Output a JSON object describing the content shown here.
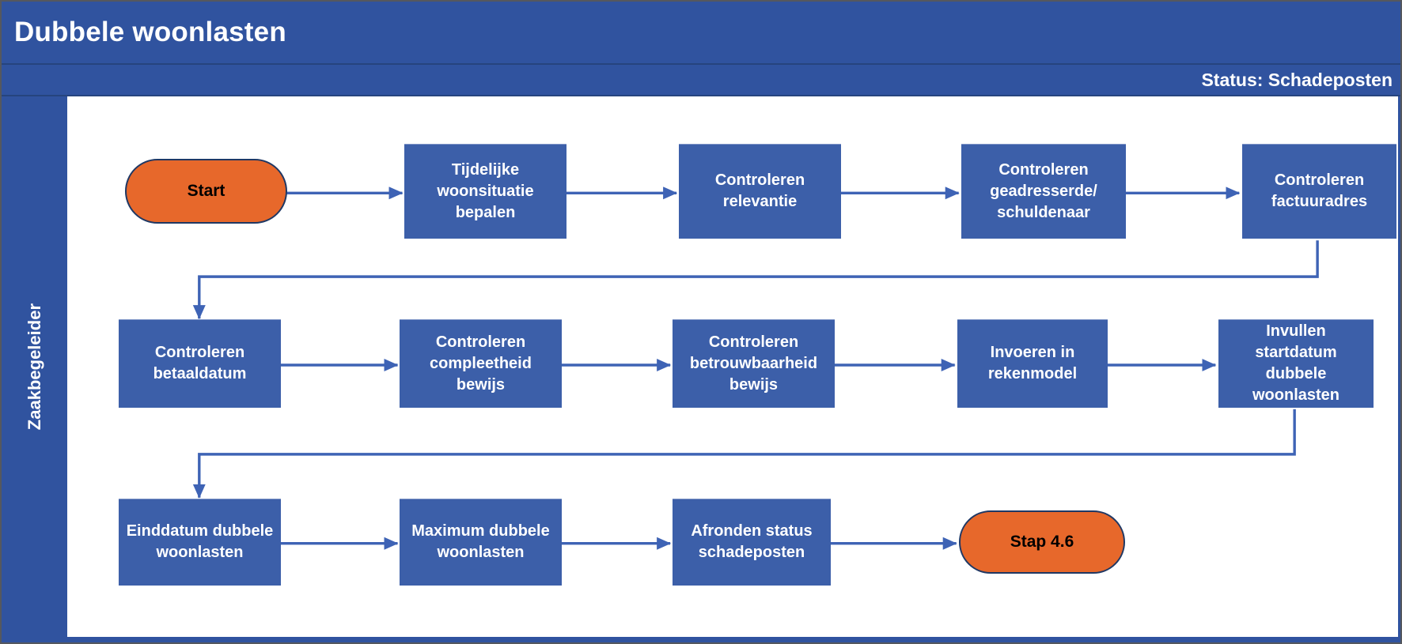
{
  "title": "Dubbele woonlasten",
  "status": "Status: Schadeposten",
  "lane": {
    "label": "Zaakbegeleider"
  },
  "colors": {
    "band_blue": "#30539F",
    "box_blue": "#3C5FA9",
    "arrow_blue": "#3E63B5",
    "terminator_orange": "#E7682B",
    "terminator_border": "#1F3864",
    "text_on_blue": "#FFFFFF",
    "text_on_orange": "#000000"
  },
  "flow": {
    "rows": [
      {
        "nodes": [
          {
            "id": "start",
            "type": "terminator",
            "label": "Start"
          },
          {
            "id": "tijdelijke-woonsituatie-bepalen",
            "type": "process",
            "label": "Tijdelijke woonsituatie bepalen"
          },
          {
            "id": "controleren-relevantie",
            "type": "process",
            "label": "Controleren relevantie"
          },
          {
            "id": "controleren-geadresserde-schuldenaar",
            "type": "process",
            "label": "Controleren geadresserde/ schuldenaar"
          },
          {
            "id": "controleren-factuuradres",
            "type": "process",
            "label": "Controleren factuuradres"
          }
        ]
      },
      {
        "nodes": [
          {
            "id": "controleren-betaaldatum",
            "type": "process",
            "label": "Controleren betaaldatum"
          },
          {
            "id": "controleren-compleetheid-bewijs",
            "type": "process",
            "label": "Controleren compleetheid bewijs"
          },
          {
            "id": "controleren-betrouwbaarheid-bewijs",
            "type": "process",
            "label": "Controleren betrouwbaarheid bewijs"
          },
          {
            "id": "invoeren-in-rekenmodel",
            "type": "process",
            "label": "Invoeren in rekenmodel"
          },
          {
            "id": "invullen-startdatum-dubbele-woonlasten",
            "type": "process",
            "label": "Invullen startdatum dubbele woonlasten"
          }
        ]
      },
      {
        "nodes": [
          {
            "id": "einddatum-dubbele-woonlasten",
            "type": "process",
            "label": "Einddatum dubbele woonlasten"
          },
          {
            "id": "maximum-dubbele-woonlasten",
            "type": "process",
            "label": "Maximum dubbele woonlasten"
          },
          {
            "id": "afronden-status-schadeposten",
            "type": "process",
            "label": "Afronden status schadeposten"
          },
          {
            "id": "stap-4-6",
            "type": "terminator",
            "label": "Stap 4.6"
          }
        ]
      }
    ],
    "connections": [
      "start -> tijdelijke-woonsituatie-bepalen",
      "tijdelijke-woonsituatie-bepalen -> controleren-relevantie",
      "controleren-relevantie -> controleren-geadresserde-schuldenaar",
      "controleren-geadresserde-schuldenaar -> controleren-factuuradres",
      "controleren-factuuradres -> controleren-betaaldatum",
      "controleren-betaaldatum -> controleren-compleetheid-bewijs",
      "controleren-compleetheid-bewijs -> controleren-betrouwbaarheid-bewijs",
      "controleren-betrouwbaarheid-bewijs -> invoeren-in-rekenmodel",
      "invoeren-in-rekenmodel -> invullen-startdatum-dubbele-woonlasten",
      "invullen-startdatum-dubbele-woonlasten -> einddatum-dubbele-woonlasten",
      "einddatum-dubbele-woonlasten -> maximum-dubbele-woonlasten",
      "maximum-dubbele-woonlasten -> afronden-status-schadeposten",
      "afronden-status-schadeposten -> stap-4-6"
    ]
  }
}
